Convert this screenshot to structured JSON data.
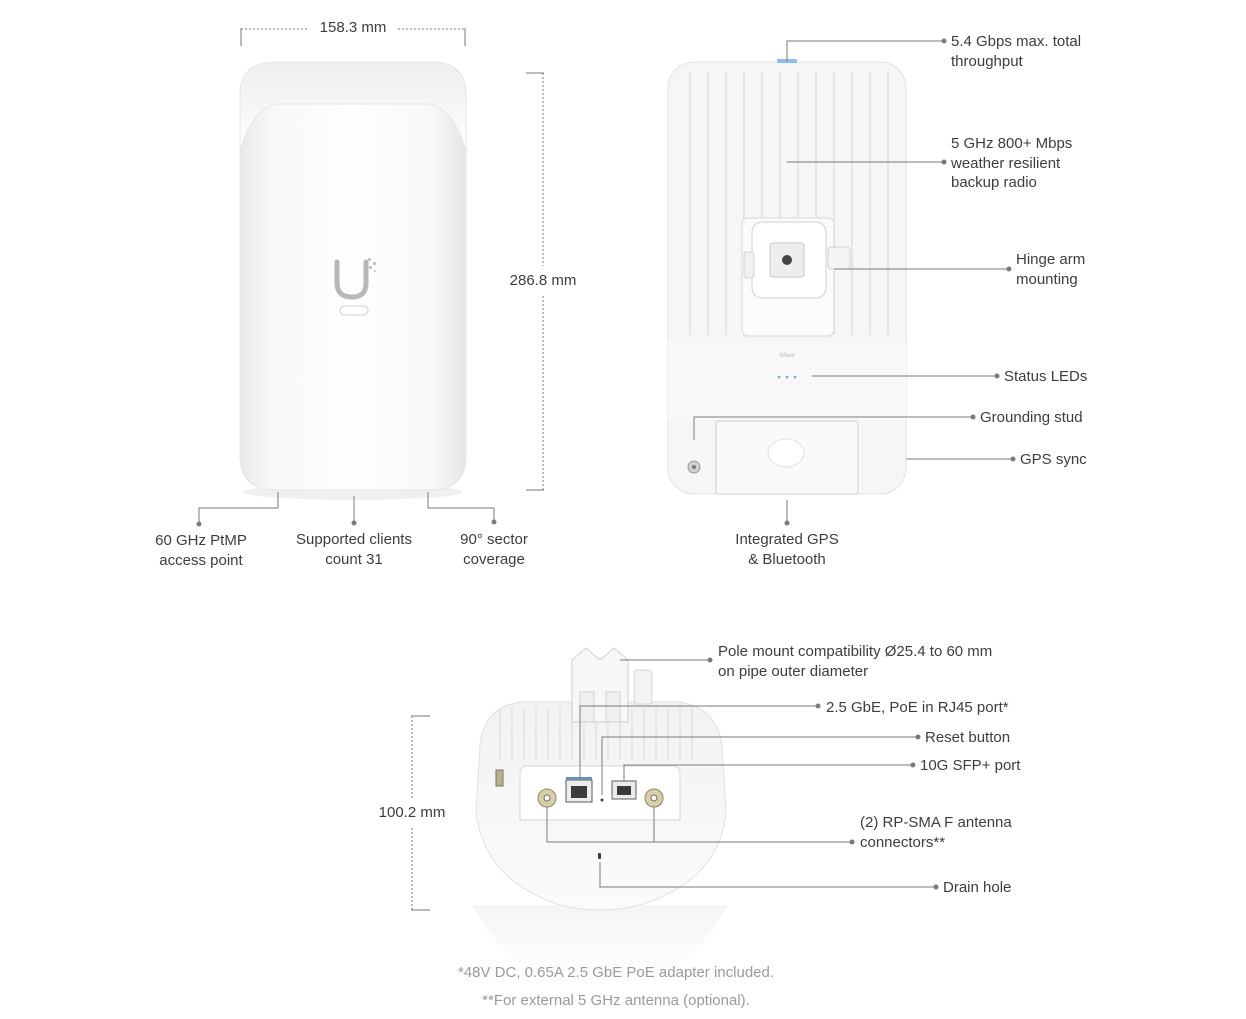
{
  "front_view": {
    "width_label": "158.3 mm",
    "height_label": "286.8 mm",
    "callouts": [
      {
        "lines": [
          "60 GHz PtMP",
          "access point"
        ]
      },
      {
        "lines": [
          "Supported clients",
          "count 31"
        ]
      },
      {
        "lines": [
          "90° sector",
          "coverage"
        ]
      }
    ]
  },
  "back_view": {
    "callouts_right": [
      {
        "lines": [
          "5.4 Gbps max. total",
          "throughput"
        ]
      },
      {
        "lines": [
          "5 GHz 800+ Mbps",
          "weather resilient",
          "backup radio"
        ]
      },
      {
        "lines": [
          "Hinge arm",
          "mounting"
        ]
      },
      {
        "lines": [
          "Status LEDs"
        ]
      },
      {
        "lines": [
          "Grounding stud"
        ]
      },
      {
        "lines": [
          "GPS sync"
        ]
      }
    ],
    "callout_bottom": {
      "lines": [
        "Integrated GPS",
        "& Bluetooth"
      ]
    }
  },
  "bottom_view": {
    "depth_label": "100.2 mm",
    "callouts": [
      {
        "lines": [
          "Pole mount compatibility Ø25.4 to 60 mm",
          "on pipe outer diameter"
        ]
      },
      {
        "lines": [
          "2.5 GbE, PoE in RJ45 port*"
        ]
      },
      {
        "lines": [
          "Reset button"
        ]
      },
      {
        "lines": [
          "10G SFP+ port"
        ]
      },
      {
        "lines": [
          "(2) RP-SMA F antenna",
          "connectors**"
        ]
      },
      {
        "lines": [
          "Drain hole"
        ]
      }
    ]
  },
  "footnotes": [
    "*48V DC, 0.65A 2.5 GbE PoE adapter included.",
    "**For external 5 GHz antenna (optional)."
  ],
  "colors": {
    "line": "#7a7a7a",
    "device": "#f6f6f6",
    "device_edge": "#e2e2e2",
    "accent_led": "#6fa8e6"
  }
}
